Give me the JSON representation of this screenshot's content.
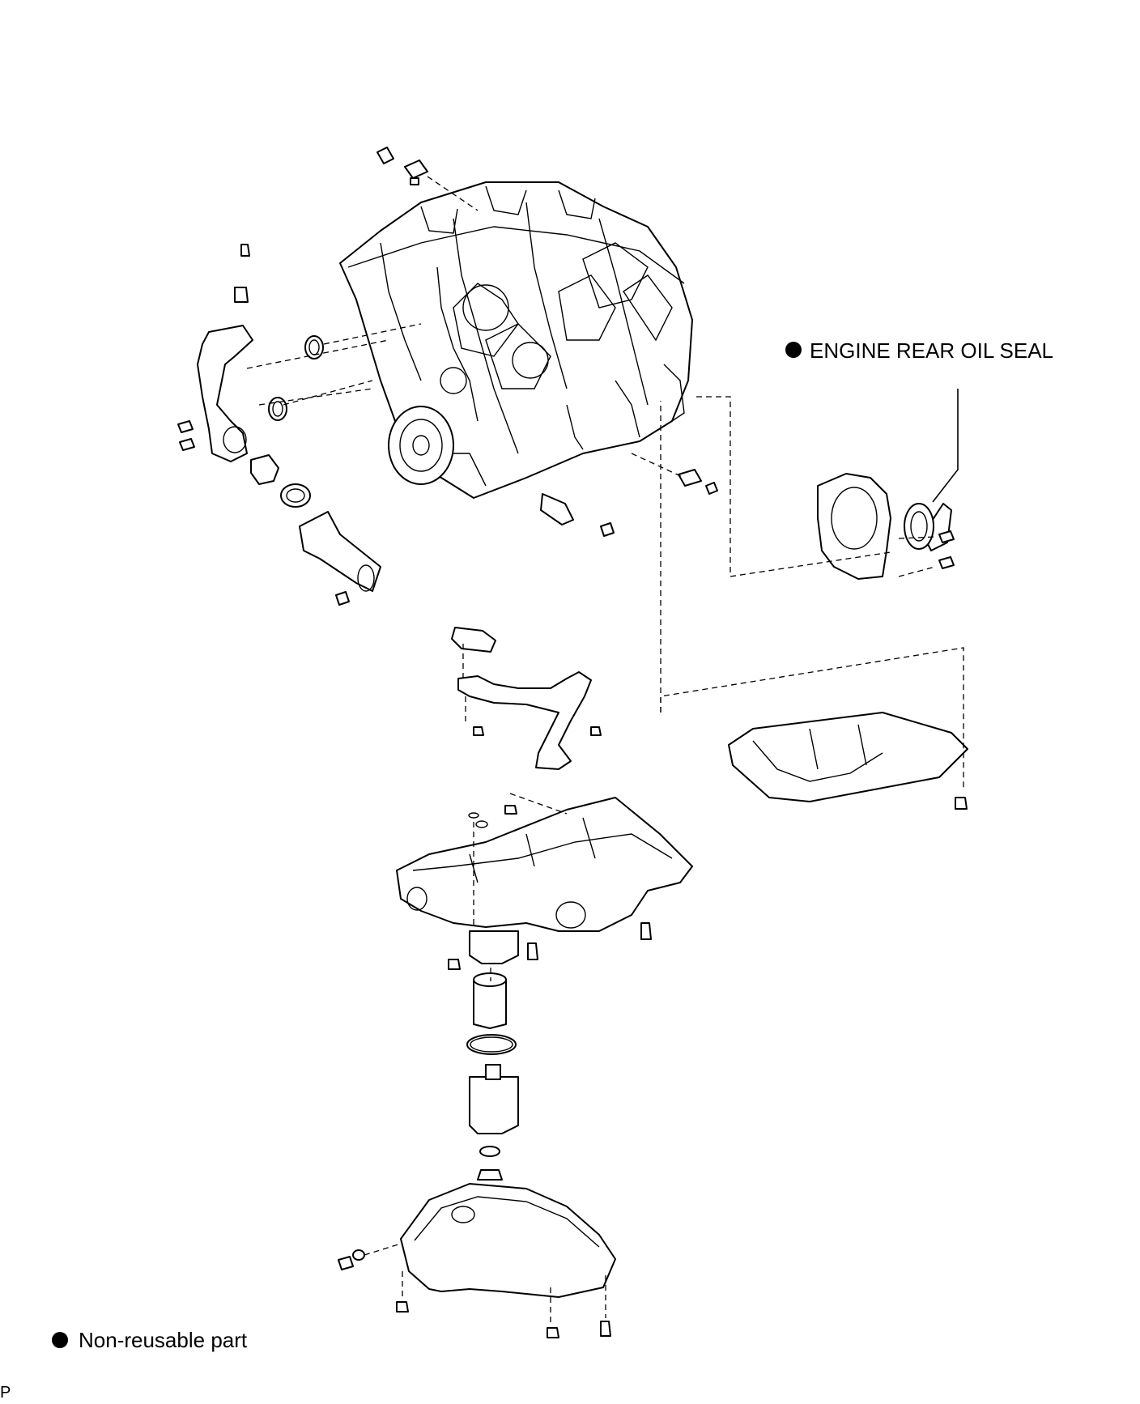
{
  "callouts": {
    "rear_oil_seal": "ENGINE REAR OIL SEAL"
  },
  "legend": {
    "non_reusable": "Non-reusable part"
  },
  "figure_code": "P",
  "colors": {
    "line": "#000000",
    "background": "#ffffff"
  }
}
